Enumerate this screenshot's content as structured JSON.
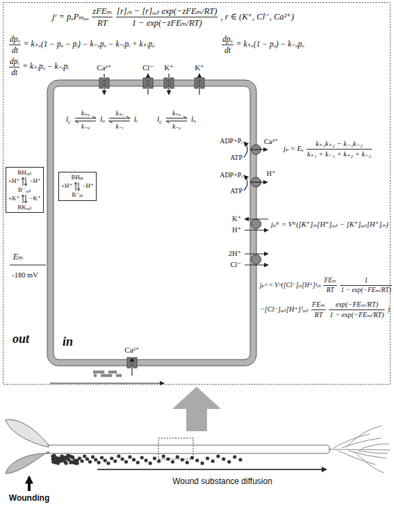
{
  "diagram": {
    "nodes": [
      {
        "text": [
          "in"
        ]
      },
      {
        "text": [
          "BHₒᵤₜ",
          "+H⁺",
          "−H⁺",
          "B⁻ₒᵤₜ",
          "+K⁺",
          "−K⁺",
          "BKₒᵤₜ"
        ]
      },
      {
        "text": [
          "BHᵢₙ",
          "+H⁺",
          "−H⁺",
          "B⁻ᵢₙ"
        ],
        "in": 0
      }
    ],
    "labels": [
      "jʳ = pₒPₘₐₓ",
      "zFEₘ",
      "RT",
      "[r]ᵢₙ − [r]ₒᵤₜ exp(−zFEₘ/RT)",
      "1 − exp(−zFEₘ/RT)",
      ", r ∈ (K⁺, Cl⁻, Ca²⁺)",
      "dpₒ",
      "dt",
      "= k₊ₒ(1 − pₒ − pᵢ) − k₋ₒpₒ − k₋ᵢpᵢ + k₊ᵢpₒ",
      "dpᵢ",
      "dt",
      "= k₊ᵢpₒ − k₋ᵢpᵢ",
      "dpₒ",
      "dt",
      "= k₊ₒ(1 − pₒ) − k₋ₒpₒ",
      "Ca²⁺",
      "Cl⁻",
      "K⁺",
      "K⁺",
      "i",
      "c",
      "k₊ₒ",
      "k₋ₒ",
      "iₒ",
      "k₊ᵢ",
      "k₋ᵢ",
      "iᵢ",
      "i",
      "c",
      "k₊ₒ",
      "k₋ₒ",
      "iₒ",
      "ADP+Pᵢ",
      "ATP",
      "Ca²⁺",
      "ADP+Pᵢ",
      "ATP",
      "H⁺",
      "K⁺",
      "H⁺",
      "2H⁺",
      "Cl⁻",
      "jₚ = Eₒ",
      "k₊₁k₊₂ − k₋₁k₋₂",
      "k₊₁ + k₋₁ + k₊₂ + k₋₂",
      "jₚᴷ = Vᴷ([K⁺]ᵢₙ[H⁺]ₒᵤₜ − [K⁺]ₒᵤₜ[H⁺]ᵢₙ)",
      "jₚᶜˡ = Vᶜˡ([Cl⁻]ᵢₙ[H⁺]²ᵢₙ",
      "FEₘ",
      "RT",
      "1",
      "1 − exp(−FEₘ/RT)",
      "−",
      "−[Cl⁻]ₒᵤₜ[H⁺]²ₒᵤₜ",
      "FEₘ",
      "RT",
      "exp(−FEₘ/RT)",
      "1 − exp(−FEₘ/RT)",
      ")",
      "Eₘ",
      "-180 mV",
      "out",
      "Ca²⁺",
      "Wounding",
      "Wound substance diffusion"
    ]
  }
}
